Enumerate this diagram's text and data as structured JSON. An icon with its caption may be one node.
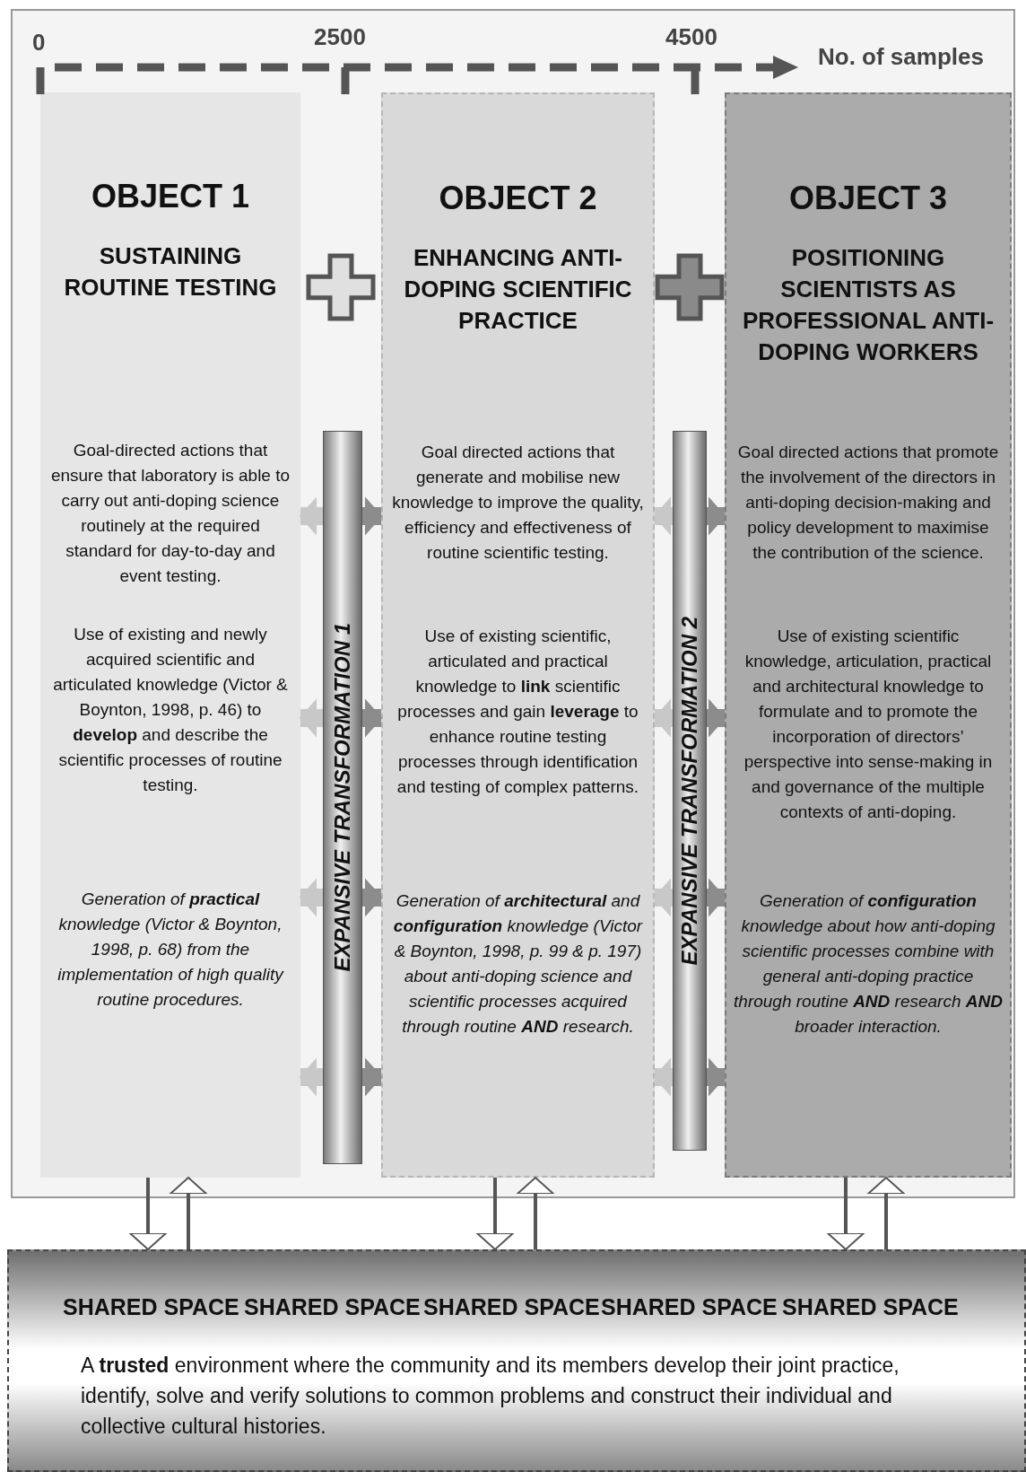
{
  "diagram": {
    "nodes": [
      {
        "text": [
          "OBJECT 1",
          "SUSTAINING ROUTINE TESTING",
          "Goal-directed actions that ensure that laboratory is able to carry out anti-doping science routinely at the required standard for day-to-day and event testing.",
          "Use of existing and newly acquired scientific and articulated knowledge (Victor & Boynton, 1998, p. 46) to **develop** and describe the scientific processes of routine testing.",
          "Generation of **practical** knowledge (Victor & Boynton, 1998, p. 68) from the implementation of high quality routine procedures."
        ]
      },
      {
        "text": [
          "OBJECT 2",
          "ENHANCING ANTI-DOPING SCIENTIFIC PRACTICE",
          "Goal directed actions that generate and mobilise new knowledge to improve the quality, efficiency and effectiveness of routine scientific testing.",
          "Use of existing scientific, articulated and practical knowledge to **link** scientific processes and gain **leverage** to enhance routine testing processes through identification and testing of complex patterns.",
          "Generation of **architectural** and **configuration** knowledge (Victor & Boynton, 1998, p. 99 & p. 197) about anti-doping science and scientific processes acquired through routine **AND** research."
        ]
      },
      {
        "text": [
          "OBJECT 3",
          "POSITIONING SCIENTISTS AS PROFESSIONAL ANTI-DOPING WORKERS",
          "Goal directed actions that promote the involvement of the directors in anti-doping decision-making and policy development to maximise the contribution of the science.",
          "Use of existing scientific knowledge, articulation, practical and architectural knowledge to formulate and to promote the incorporation of directors’ perspective into sense-making in and governance of the multiple contexts of anti-doping.",
          "Generation of **configuration** knowledge about how anti-doping scientific processes combine with general anti-doping practice through routine **AND** research **AND** broader interaction."
        ]
      },
      {
        "text": [
          "EXPANSIVE TRANSFORMATION 1"
        ]
      },
      {
        "text": [
          "EXPANSIVE TRANSFORMATION 2"
        ]
      },
      {
        "text": [
          "SHARED SPACE",
          "SHARED SPACE",
          "SHARED SPACE",
          "SHARED SPACE",
          "SHARED SPACE",
          "A **trusted** environment where the community and its members develop their joint practice, identify, solve and verify solutions to common problems and construct their individual and collective cultural histories."
        ]
      }
    ],
    "edges": [
      {
        "from": 3,
        "to": 0,
        "arrow": "to",
        "color": "#c8c8c8"
      },
      {
        "from": 3,
        "to": 1,
        "arrow": "to",
        "color": "#8c8c8c"
      },
      {
        "from": 3,
        "to": 0,
        "arrow": "to",
        "color": "#c8c8c8"
      },
      {
        "from": 3,
        "to": 1,
        "arrow": "to",
        "color": "#8c8c8c"
      },
      {
        "from": 3,
        "to": 0,
        "arrow": "to",
        "color": "#c8c8c8"
      },
      {
        "from": 3,
        "to": 1,
        "arrow": "to",
        "color": "#8c8c8c"
      },
      {
        "from": 3,
        "to": 0,
        "arrow": "to",
        "color": "#c8c8c8"
      },
      {
        "from": 3,
        "to": 1,
        "arrow": "to",
        "color": "#8c8c8c"
      },
      {
        "from": 4,
        "to": 1,
        "arrow": "to",
        "color": "#c8c8c8"
      },
      {
        "from": 4,
        "to": 2,
        "arrow": "to",
        "color": "#8c8c8c"
      },
      {
        "from": 4,
        "to": 1,
        "arrow": "to",
        "color": "#c8c8c8"
      },
      {
        "from": 4,
        "to": 2,
        "arrow": "to",
        "color": "#8c8c8c"
      },
      {
        "from": 4,
        "to": 1,
        "arrow": "to",
        "color": "#c8c8c8"
      },
      {
        "from": 4,
        "to": 2,
        "arrow": "to",
        "color": "#8c8c8c"
      },
      {
        "from": 4,
        "to": 1,
        "arrow": "to",
        "color": "#c8c8c8"
      },
      {
        "from": 4,
        "to": 2,
        "arrow": "to",
        "color": "#8c8c8c"
      },
      {
        "from": 0,
        "to": 5,
        "arrow": "to",
        "color": "#555555"
      },
      {
        "from": 5,
        "to": 0,
        "arrow": "to",
        "color": "#555555"
      },
      {
        "from": 1,
        "to": 5,
        "arrow": "to",
        "color": "#555555"
      },
      {
        "from": 5,
        "to": 1,
        "arrow": "to",
        "color": "#555555"
      },
      {
        "from": 2,
        "to": 5,
        "arrow": "to",
        "color": "#555555"
      },
      {
        "from": 5,
        "to": 2,
        "arrow": "to",
        "color": "#555555"
      }
    ],
    "labels": [
      "0",
      "2500",
      "4500",
      "No. of samples"
    ]
  }
}
